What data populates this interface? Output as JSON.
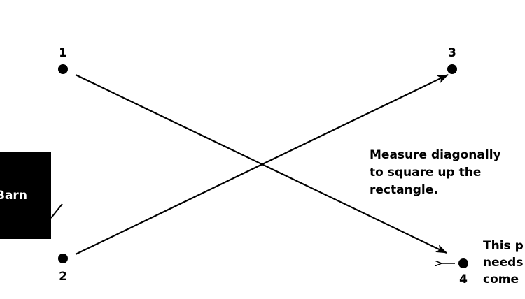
{
  "points": [
    {
      "label": "1"
    },
    {
      "label": "2"
    },
    {
      "label": "3"
    },
    {
      "label": "4"
    }
  ],
  "barn": {
    "label": "Barn",
    "color": "#000000"
  },
  "instruction": {
    "lines": [
      "Measure diagonally",
      "to square up the",
      "rectangle."
    ]
  },
  "side_note": {
    "lines": [
      "This p",
      "needs",
      "come"
    ]
  },
  "colors": {
    "ink": "#000000",
    "background": "#ffffff"
  }
}
